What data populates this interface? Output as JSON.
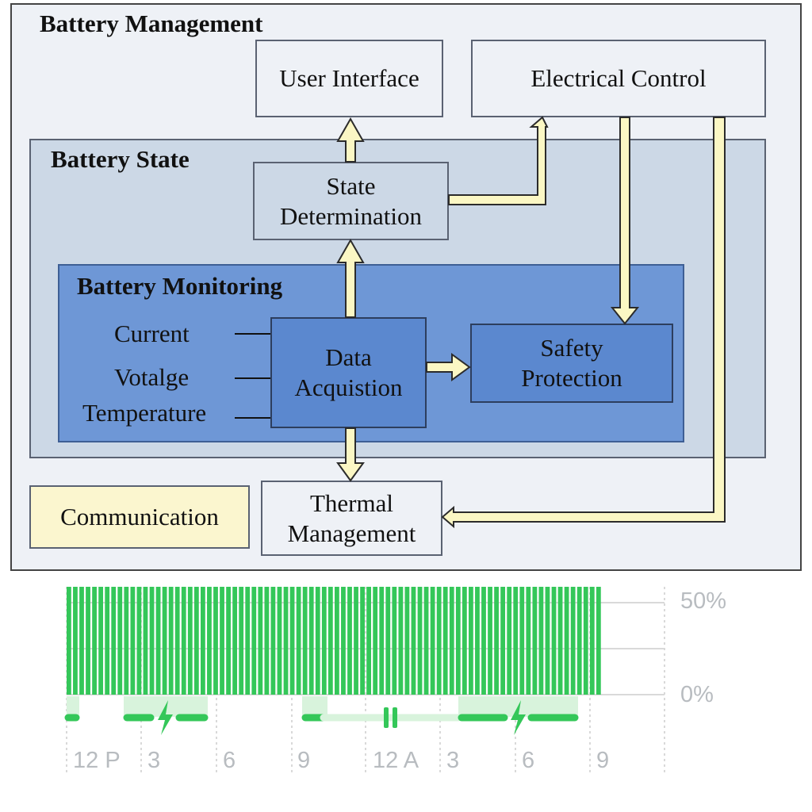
{
  "diagram": {
    "battery_management": {
      "title": "Battery Management"
    },
    "user_interface": {
      "label": "User Interface"
    },
    "electrical_control": {
      "label": "Electrical Control"
    },
    "battery_state": {
      "title": "Battery State"
    },
    "state_determination": {
      "line1": "State",
      "line2": "Determination"
    },
    "battery_monitoring": {
      "title": "Battery Monitoring"
    },
    "signals": {
      "current": "Current",
      "voltage": "Votalge",
      "temperature": "Temperature"
    },
    "data_acquisition": {
      "line1": "Data",
      "line2": "Acquistion"
    },
    "safety_protection": {
      "line1": "Safety",
      "line2": "Protection"
    },
    "communication": {
      "label": "Communication"
    },
    "thermal_management": {
      "line1": "Thermal",
      "line2": "Management"
    },
    "colors": {
      "outer_bg": "#eef1f6",
      "state_bg": "#ccd8e6",
      "monitoring_bg": "#6e97d6",
      "inner_box_bg": "#5b88cf",
      "light_box_bg": "#eef1f6",
      "communication_bg": "#fbf6cf",
      "arrow_fill": "#fbf7c4",
      "arrow_stroke": "#2b2b2b"
    }
  },
  "battery_usage_chart": {
    "chart_data": {
      "type": "bar",
      "y_tick_labels": [
        "50%",
        "0%"
      ],
      "x_tick_labels": [
        "12 P",
        "3",
        "6",
        "9",
        "12 A",
        "3",
        "6",
        "9"
      ],
      "bar_value_percent": 50,
      "bar_count": 84,
      "charging_segments_icons": [
        "charging-bolt-icon",
        "pause-icon",
        "charging-bolt-icon"
      ],
      "colors": {
        "bar": "#34c759",
        "bar_light": "#d8f3dc",
        "grid": "#d9d9d9",
        "label": "#b8bcc0"
      }
    }
  }
}
